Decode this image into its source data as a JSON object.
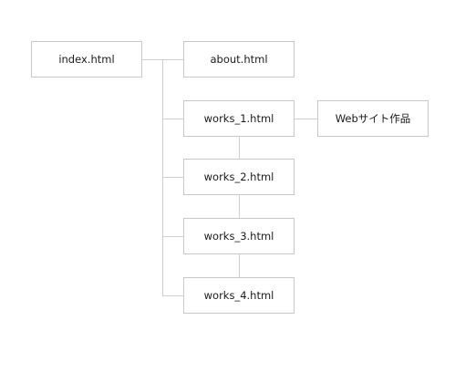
{
  "nodes": {
    "index": "index.html",
    "about": "about.html",
    "works_1": "works_1.html",
    "works_1_note": "Webサイト作品",
    "works_2": "works_2.html",
    "works_3": "works_3.html",
    "works_4": "works_4.html"
  },
  "colors": {
    "connector": "#cfcfcf",
    "box_border": "#c8c8c8",
    "text": "#1a1a1a"
  }
}
